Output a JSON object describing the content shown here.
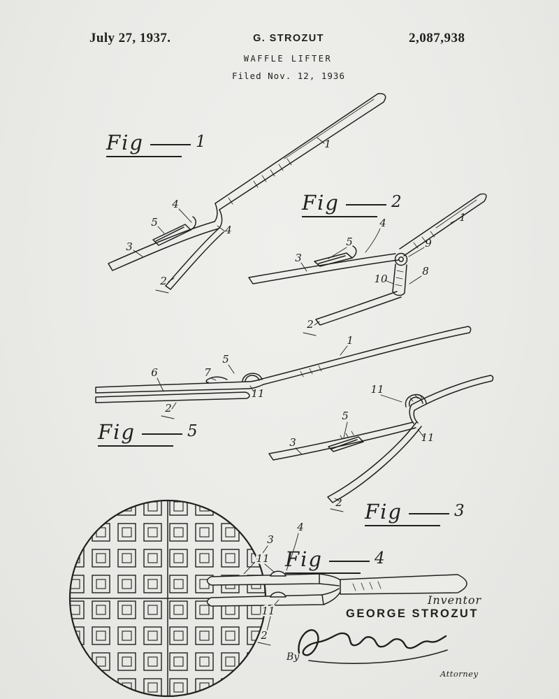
{
  "page": {
    "background": "#ebebe8",
    "ink": "#20201e"
  },
  "header": {
    "date": "July 27, 1937.",
    "author": "G. STROZUT",
    "patent_number": "2,087,938",
    "title": "WAFFLE LIFTER",
    "filed_line": "Filed Nov. 12, 1936"
  },
  "figures": [
    {
      "label": "Fig",
      "number": "1",
      "refs": [
        "1",
        "4",
        "5",
        "3",
        "4",
        "2"
      ]
    },
    {
      "label": "Fig",
      "number": "2",
      "refs": [
        "1",
        "4",
        "9",
        "5",
        "3",
        "10",
        "8",
        "2"
      ]
    },
    {
      "label": "Fig",
      "number": "5",
      "refs": [
        "1",
        "5",
        "7",
        "11",
        "6",
        "2"
      ]
    },
    {
      "label": "Fig",
      "number": "3",
      "refs": [
        "11",
        "5",
        "3",
        "11",
        "2"
      ]
    },
    {
      "label": "Fig",
      "number": "4",
      "refs": [
        "3",
        "4",
        "11",
        "11",
        "2"
      ]
    }
  ],
  "signature": {
    "inventor_label": "Inventor",
    "inventor_name": "GEORGE STROZUT",
    "by_label": "By",
    "attorney_label": "Attorney"
  }
}
